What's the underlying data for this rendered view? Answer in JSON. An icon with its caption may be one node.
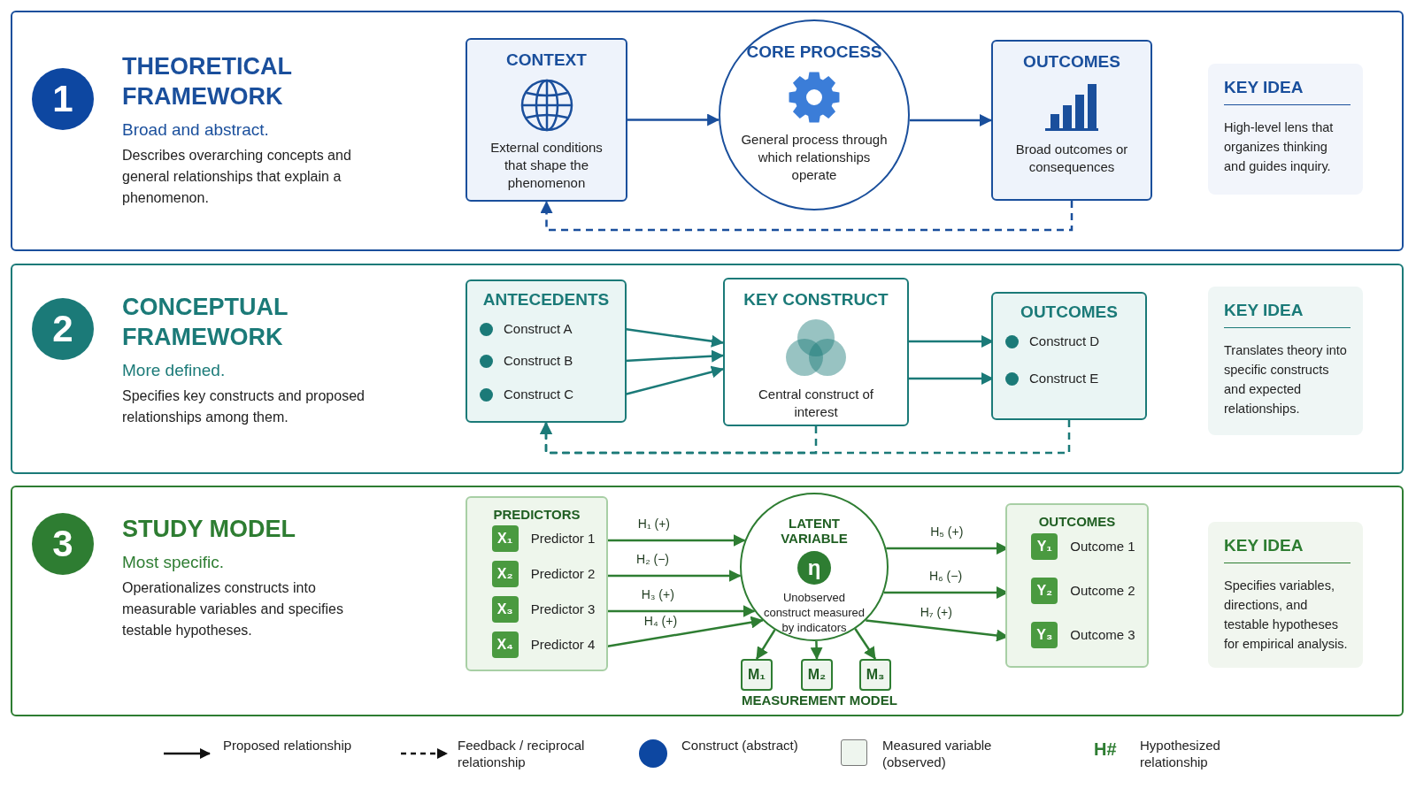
{
  "diagram": {
    "nodes": [
      {
        "text": [
          "THEORETICAL FRAMEWORK",
          "Broad and abstract.",
          "Describes overarching concepts and general relationships that explain a phenomenon."
        ]
      },
      {
        "text": [
          "1"
        ],
        "in": 0
      },
      {
        "text": [
          "CONTEXT",
          "External conditions that shape the phenomenon"
        ],
        "in": 0
      },
      {
        "text": [
          "CORE PROCESS",
          "General process through which relationships operate"
        ],
        "in": 0
      },
      {
        "text": [
          "OUTCOMES",
          "Broad outcomes or consequences"
        ],
        "in": 0
      },
      {
        "text": [
          "KEY IDEA",
          "High-level lens that organizes thinking and guides inquiry."
        ],
        "in": 0
      },
      {
        "text": [
          "CONCEPTUAL FRAMEWORK",
          "More defined.",
          "Specifies key constructs and proposed relationships among them."
        ]
      },
      {
        "text": [
          "2"
        ],
        "in": 6
      },
      {
        "text": [
          "ANTECEDENTS"
        ],
        "in": 6
      },
      {
        "text": [
          "Construct A"
        ],
        "in": 8
      },
      {
        "text": [
          "Construct B"
        ],
        "in": 8
      },
      {
        "text": [
          "Construct C"
        ],
        "in": 8
      },
      {
        "text": [
          "KEY CONSTRUCT",
          "Central construct of interest"
        ],
        "in": 6
      },
      {
        "text": [
          "OUTCOMES"
        ],
        "in": 6
      },
      {
        "text": [
          "Construct D"
        ],
        "in": 13
      },
      {
        "text": [
          "Construct E"
        ],
        "in": 13
      },
      {
        "text": [
          "KEY IDEA",
          "Translates theory into specific constructs and expected relationships."
        ],
        "in": 6
      },
      {
        "text": [
          "STUDY MODEL",
          "Most specific.",
          "Operationalizes constructs into measurable variables and specifies testable hypotheses."
        ]
      },
      {
        "text": [
          "3"
        ],
        "in": 17
      },
      {
        "text": [
          "PREDICTORS"
        ],
        "in": 17
      },
      {
        "text": [
          "X₁",
          "Predictor 1"
        ],
        "in": 19
      },
      {
        "text": [
          "X₂",
          "Predictor 2"
        ],
        "in": 19
      },
      {
        "text": [
          "X₃",
          "Predictor 3"
        ],
        "in": 19
      },
      {
        "text": [
          "X₄",
          "Predictor 4"
        ],
        "in": 19
      },
      {
        "text": [
          "LATENT VARIABLE",
          "η",
          "Unobserved construct measured by indicators"
        ],
        "in": 17
      },
      {
        "text": [
          "M₁"
        ],
        "in": 17
      },
      {
        "text": [
          "M₂"
        ],
        "in": 17
      },
      {
        "text": [
          "M₃"
        ],
        "in": 17
      },
      {
        "text": [
          "OUTCOMES"
        ],
        "in": 17
      },
      {
        "text": [
          "Y₁",
          "Outcome 1"
        ],
        "in": 28
      },
      {
        "text": [
          "Y₂",
          "Outcome 2"
        ],
        "in": 28
      },
      {
        "text": [
          "Y₃",
          "Outcome 3"
        ],
        "in": 28
      },
      {
        "text": [
          "KEY IDEA",
          "Specifies variables, directions, and testable hypotheses for empirical analysis."
        ],
        "in": 17
      }
    ],
    "edges": [
      {
        "from": 2,
        "to": 3,
        "arrow": "to",
        "color": "#1a4f9c"
      },
      {
        "from": 3,
        "to": 4,
        "arrow": "to",
        "color": "#1a4f9c"
      },
      {
        "from": 4,
        "to": 2,
        "arrow": "to",
        "style": "dashed",
        "color": "#1a4f9c"
      },
      {
        "from": 9,
        "to": 12,
        "arrow": "to",
        "color": "#1b7a78"
      },
      {
        "from": 10,
        "to": 12,
        "arrow": "to",
        "color": "#1b7a78"
      },
      {
        "from": 11,
        "to": 12,
        "arrow": "to",
        "color": "#1b7a78"
      },
      {
        "from": 12,
        "to": 14,
        "arrow": "to",
        "color": "#1b7a78"
      },
      {
        "from": 12,
        "to": 15,
        "arrow": "to",
        "color": "#1b7a78"
      },
      {
        "from": 12,
        "to": 8,
        "arrow": "to",
        "style": "dashed",
        "color": "#1b7a78"
      },
      {
        "from": 13,
        "to": 8,
        "arrow": "to",
        "style": "dashed",
        "color": "#1b7a78"
      },
      {
        "from": 20,
        "to": 24,
        "arrow": "to",
        "label": "H₁ (+)"
      },
      {
        "from": 21,
        "to": 24,
        "arrow": "to",
        "label": "H₂ (−)"
      },
      {
        "from": 22,
        "to": 24,
        "arrow": "to",
        "label": "H₃ (+)"
      },
      {
        "from": 23,
        "to": 24,
        "arrow": "to",
        "label": "H₄ (+)"
      },
      {
        "from": 24,
        "to": 25,
        "arrow": "to"
      },
      {
        "from": 24,
        "to": 26,
        "arrow": "to"
      },
      {
        "from": 24,
        "to": 27,
        "arrow": "to"
      },
      {
        "from": 24,
        "to": 29,
        "arrow": "to",
        "label": "H₅ (+)"
      },
      {
        "from": 24,
        "to": 30,
        "arrow": "to",
        "label": "H₆ (−)"
      },
      {
        "from": 24,
        "to": 31,
        "arrow": "to",
        "label": "H₇ (+)"
      }
    ],
    "labels": [
      "MEASUREMENT MODEL",
      "H#"
    ],
    "legend": [
      {
        "text": "Proposed relationship"
      },
      {
        "text": "Feedback / reciprocal relationship"
      },
      {
        "text": "Construct (abstract)",
        "color": "#0d47a1"
      },
      {
        "text": "Measured variable (observed)",
        "color": "#eef5ee"
      },
      {
        "text": "Hypothesized relationship"
      }
    ]
  }
}
